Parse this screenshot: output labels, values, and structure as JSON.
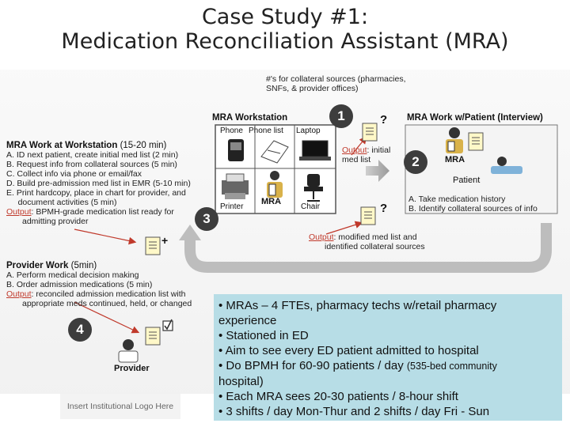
{
  "title": {
    "line1": "Case Study #1:",
    "line2": "Medication Reconciliation Assistant (MRA)"
  },
  "top_note": {
    "line1": "#'s for collateral sources (pharmacies,",
    "line2": "SNFs, & provider offices)"
  },
  "workstation": {
    "heading": "MRA Workstation",
    "labels": [
      "Phone",
      "Phone list",
      "Laptop",
      "Printer",
      "MRA",
      "Chair"
    ],
    "step": "1"
  },
  "interview": {
    "heading": "MRA Work w/Patient (Interview)",
    "mra_label": "MRA",
    "patient_label": "Patient",
    "step": "2",
    "items": [
      "A. Take medication history",
      "B. Identify collateral sources of info"
    ]
  },
  "output_initial": {
    "label": "Output",
    "line1": ": initial",
    "line2": "med list"
  },
  "output_modified": {
    "label": "Output",
    "line1": ": modified med list and",
    "line2": "identified collateral sources"
  },
  "step3": "3",
  "workstation_work": {
    "heading": "MRA Work at Workstation",
    "duration": "(15-20 min)",
    "items": [
      "A. ID next patient, create initial med list (2 min)",
      "B. Request info from collateral sources (5 min)",
      "C. Collect info via phone or email/fax",
      "D. Build pre-admission med list in EMR (5-10 min)",
      "E. Print hardcopy, place in chart for provider, and",
      "     document activities (5 min)"
    ],
    "output_label": "Output",
    "output_line1": ": BPMH-grade medication list ready for",
    "output_line2": "admitting provider"
  },
  "provider_work": {
    "heading": "Provider Work",
    "duration": "(5min)",
    "items": [
      "A. Perform medical decision making",
      "B. Order admission medications (5 min)"
    ],
    "output_label": "Output",
    "output_line1": ": reconciled admission medication list  with",
    "output_line2": "appropriate meds continued, held, or changed"
  },
  "provider": {
    "step": "4",
    "label": "Provider"
  },
  "marks": {
    "question": "?",
    "plus": "+"
  },
  "logo_placeholder": "Insert Institutional Logo Here",
  "info_box": {
    "lines": [
      "• MRAs – 4 FTEs, pharmacy techs w/retail pharmacy",
      "experience",
      "• Stationed in ED",
      "• Aim to see every ED patient admitted to hospital",
      "• Do BPMH for 60-90 patients / day",
      "(535-bed community",
      "hospital)",
      "• Each MRA sees 20-30 patients / 8-hour shift",
      "• 3 shifts / day Mon-Thur and 2 shifts / day Fri - Sun"
    ]
  },
  "colors": {
    "info_bg": "#b7dde6",
    "output_red": "#c0392b",
    "panel_bg": "#eeeeee",
    "circle_bg": "#3d3d3d"
  }
}
